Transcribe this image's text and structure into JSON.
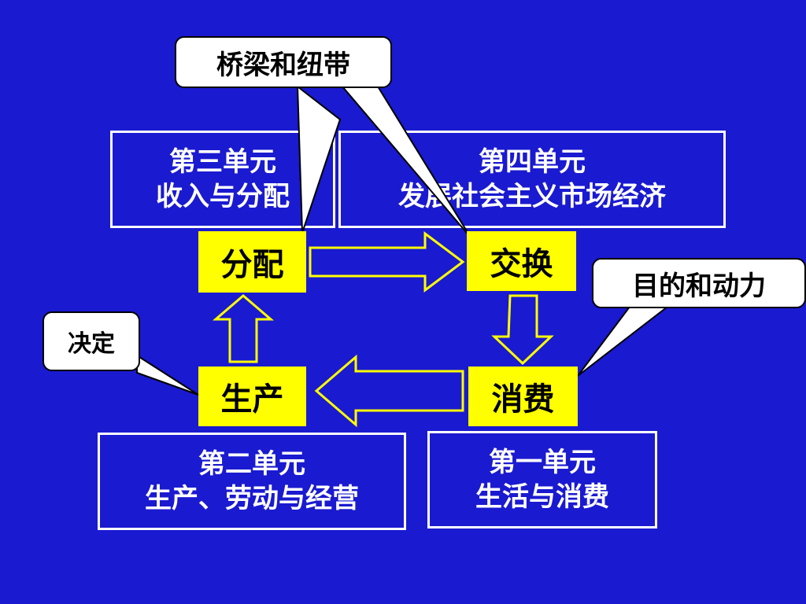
{
  "units": {
    "unit3": {
      "line1": "第三单元",
      "line2": "收入与分配"
    },
    "unit4": {
      "line1": "第四单元",
      "line2": "发展社会主义市场经济"
    },
    "unit2": {
      "line1": "第二单元",
      "line2": "生产、劳动与经营"
    },
    "unit1": {
      "line1": "第一单元",
      "line2": "生活与消费"
    }
  },
  "stages": {
    "distribution": "分配",
    "exchange": "交换",
    "production": "生产",
    "consumption": "消费"
  },
  "callouts": {
    "bridge": "桥梁和纽带",
    "purpose": "目的和动力",
    "decide": "决定"
  },
  "colors": {
    "background": "#1a1ad0",
    "stage_fill": "#ffff00",
    "arrow_stroke": "#ffff00",
    "box_border": "#ffffff",
    "callout_fill": "#ffffff"
  }
}
